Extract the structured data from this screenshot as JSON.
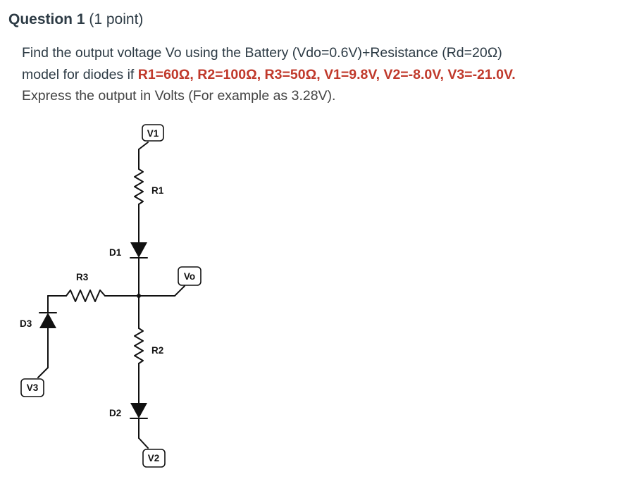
{
  "question": {
    "title": "Question 1",
    "points": "(1 point)"
  },
  "prompt": {
    "line1": "Find the output voltage Vo using the Battery (Vdo=0.6V)+Resistance (Rd=20Ω)",
    "line2_prefix": "model for diodes if ",
    "line2_values": "R1=60Ω, R2=100Ω, R3=50Ω, V1=9.8V, V2=-8.0V, V3=-21.0V.",
    "line3": "Express the output in Volts (For example as 3.28V)."
  },
  "colors": {
    "text": "#2d3b45",
    "highlight": "#c0392b"
  },
  "circuit": {
    "labels": {
      "v1": "V1",
      "r1": "R1",
      "d1": "D1",
      "r3": "R3",
      "vo": "Vo",
      "d3": "D3",
      "r2": "R2",
      "v3": "V3",
      "d2": "D2",
      "v2": "V2"
    }
  }
}
